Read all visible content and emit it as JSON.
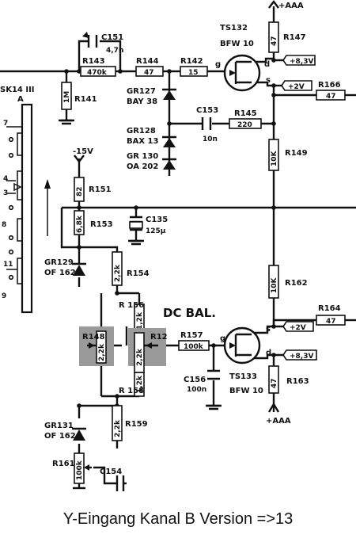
{
  "caption": "Y-Eingang Kanal B Version =>13",
  "supply": {
    "top": "+AAA",
    "bottom": "+AAA",
    "neg": "-15V"
  },
  "connector": {
    "name": "SK14 III",
    "sub": "A",
    "pins": [
      "7",
      "4",
      "3",
      "8",
      "11",
      "9"
    ]
  },
  "label_dc_bal": "DC BAL.",
  "transistors": [
    {
      "name": "TS132",
      "type": "BFW 10"
    },
    {
      "name": "TS133",
      "type": "BFW 10"
    }
  ],
  "pins": {
    "g": "g",
    "d": "d",
    "s": "s"
  },
  "voltages": {
    "v83": "+8,3V",
    "v2": "+2V"
  },
  "resistors": {
    "R143": {
      "name": "R143",
      "value": "470k"
    },
    "R144": {
      "name": "R144",
      "value": "47"
    },
    "R142": {
      "name": "R142",
      "value": "15"
    },
    "R141": {
      "name": "R141",
      "value": "1M"
    },
    "R147": {
      "name": "R147",
      "value": "47"
    },
    "R166": {
      "name": "R166",
      "value": "47"
    },
    "R145": {
      "name": "R145",
      "value": "220"
    },
    "R149": {
      "name": "R149",
      "value": "10K"
    },
    "R151": {
      "name": "R151",
      "value": "82"
    },
    "R153": {
      "name": "R153",
      "value": "6,8k"
    },
    "R154": {
      "name": "R154",
      "value": "2,2k"
    },
    "R156": {
      "name": "R 156",
      "value": "1,2k"
    },
    "R148": {
      "name": "R148",
      "value": "2,2k"
    },
    "R12": {
      "name": "R12",
      "value": "2,2k"
    },
    "R157": {
      "name": "R157",
      "value": "100k"
    },
    "R158": {
      "name": "R 158",
      "value": "1,2k"
    },
    "R162": {
      "name": "R162",
      "value": "10K"
    },
    "R164": {
      "name": "R164",
      "value": "47"
    },
    "R163": {
      "name": "R163",
      "value": "47"
    },
    "R159": {
      "name": "R159",
      "value": "2,2k"
    },
    "R161": {
      "name": "R161",
      "value": "100k"
    }
  },
  "capacitors": {
    "C151": {
      "name": "C151",
      "value": "4,7n"
    },
    "C153": {
      "name": "C153",
      "value": "10n"
    },
    "C135": {
      "name": "C135",
      "value": "125µ"
    },
    "C156": {
      "name": "C156",
      "value": "100n"
    },
    "C154": {
      "name": "C154",
      "value": ""
    }
  },
  "diodes": {
    "GR127": {
      "name": "GR127",
      "type": "BAY 38"
    },
    "GR128": {
      "name": "GR128",
      "type": "BAX 13"
    },
    "GR130": {
      "name": "GR 130",
      "type": "OA 202"
    },
    "GR129": {
      "name": "GR129",
      "type": "OF 162"
    },
    "GR131": {
      "name": "GR131",
      "type": "OF 162"
    }
  }
}
